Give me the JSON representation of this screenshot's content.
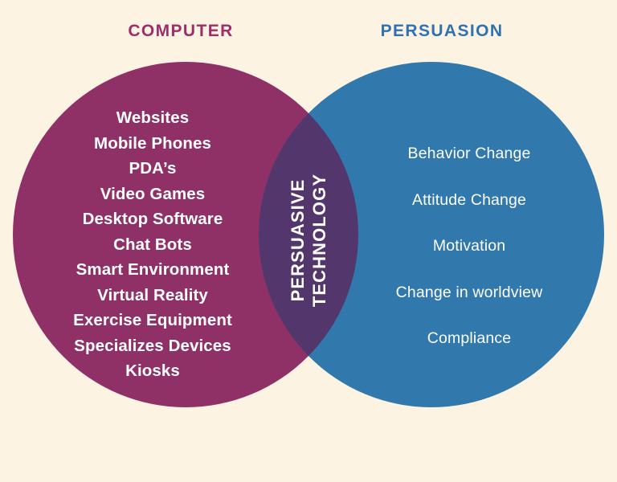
{
  "diagram": {
    "kind": "venn-diagram",
    "background_color": "#fdf3e3",
    "left": {
      "title": "COMPUTER",
      "title_color": "#9c2e68",
      "fill_color": "#8f3066",
      "items": [
        "Websites",
        "Mobile Phones",
        "PDA’s",
        "Video Games",
        "Desktop Software",
        "Chat Bots",
        "Smart Environment",
        "Virtual Reality",
        "Exercise Equipment",
        "Specializes Devices",
        "Kiosks"
      ]
    },
    "right": {
      "title": "PERSUASION",
      "title_color": "#2f72b2",
      "fill_color": "#3178ad",
      "items": [
        "Behavior Change",
        "Attitude Change",
        "Motivation",
        "Change in worldview",
        "Compliance"
      ]
    },
    "intersection": {
      "label_lines": [
        "PERSUASIVE",
        "TECHNOLOGY"
      ],
      "fill_color": "#53366b",
      "text_color": "#ffffff",
      "orientation": "rotated-90-ccw"
    }
  }
}
